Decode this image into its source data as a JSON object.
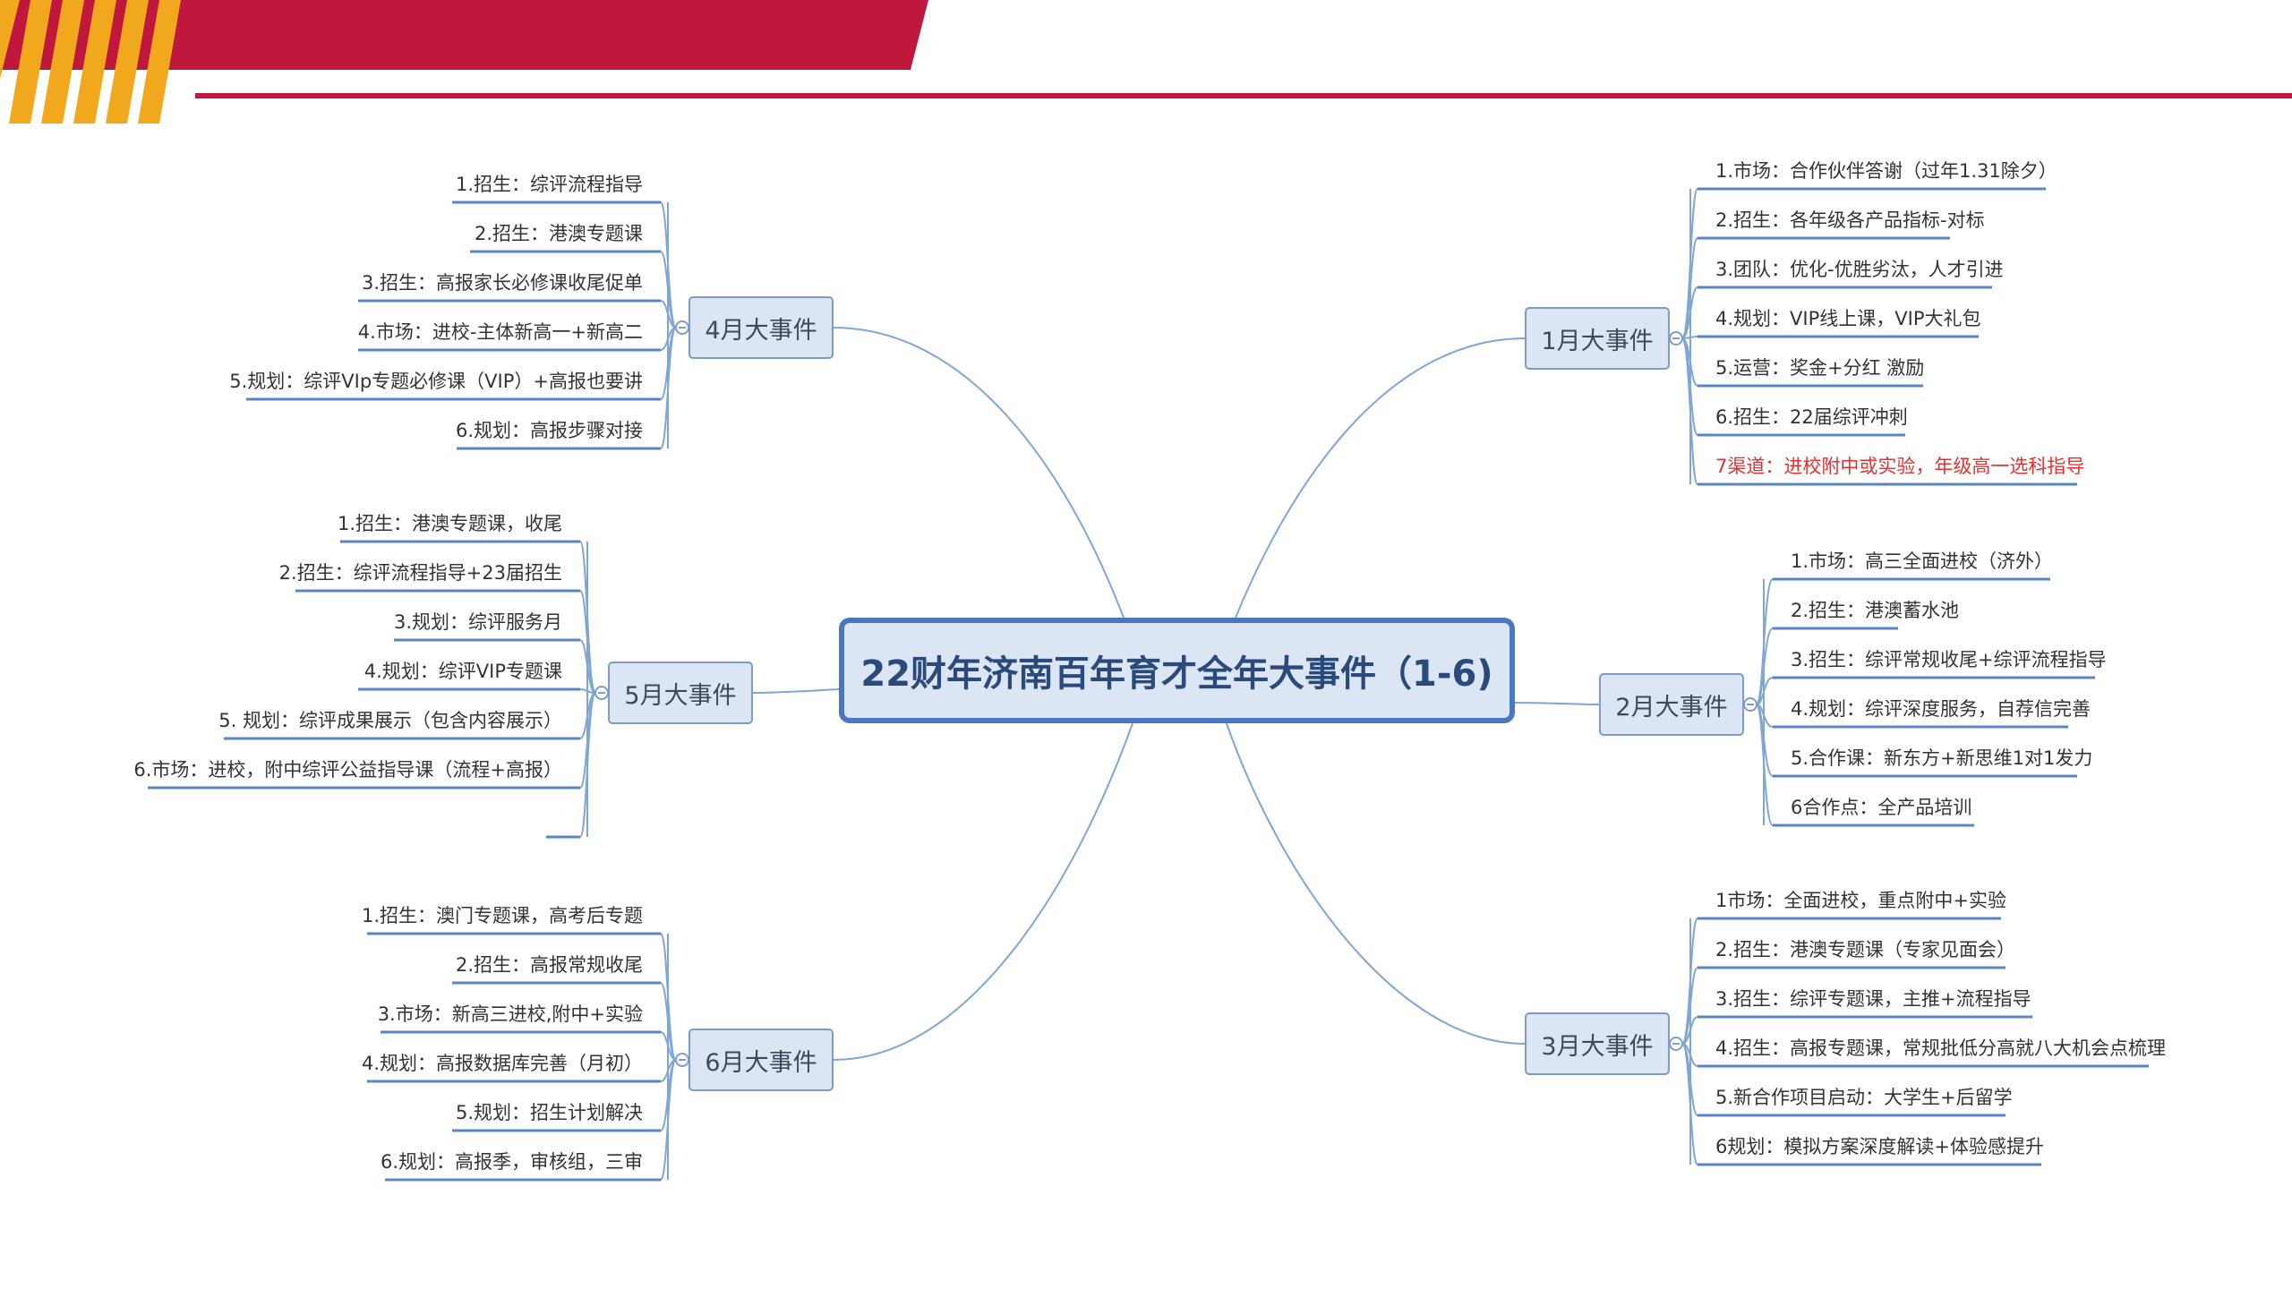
{
  "title": "22财年济南百年育才全年大事件（1-6)",
  "colors": {
    "banner_red": "#c0173c",
    "stripe_orange": "#f2a81d",
    "node_fill": "#dbe5f3",
    "node_border": "#7d9ccb",
    "center_border": "#4a78c0",
    "connector": "#7fa6d4",
    "underline": "#5b86c5",
    "highlight_text": "#e53030"
  },
  "branches": {
    "jan": {
      "label": "1月大事件",
      "items": [
        {
          "text": "1.市场：合作伙伴答谢（过年1.31除夕）"
        },
        {
          "text": "2.招生：各年级各产品指标-对标"
        },
        {
          "text": "3.团队：优化-优胜劣汰，人才引进"
        },
        {
          "text": "4.规划：VIP线上课，VIP大礼包"
        },
        {
          "text": "5.运营：奖金+分红 激励"
        },
        {
          "text": "6.招生：22届综评冲刺"
        },
        {
          "text": "7渠道：进校附中或实验，年级高一选科指导",
          "highlight": true
        }
      ]
    },
    "feb": {
      "label": "2月大事件",
      "items": [
        {
          "text": "1.市场：高三全面进校（济外）"
        },
        {
          "text": "2.招生：港澳蓄水池"
        },
        {
          "text": "3.招生：综评常规收尾+综评流程指导"
        },
        {
          "text": "4.规划：综评深度服务，自荐信完善"
        },
        {
          "text": "5.合作课：新东方+新思维1对1发力"
        },
        {
          "text": "6合作点：全产品培训"
        }
      ]
    },
    "mar": {
      "label": "3月大事件",
      "items": [
        {
          "text": "1市场：全面进校，重点附中+实验"
        },
        {
          "text": "2.招生：港澳专题课（专家见面会）"
        },
        {
          "text": "3.招生：综评专题课，主推+流程指导"
        },
        {
          "text": "4.招生：高报专题课，常规批低分高就八大机会点梳理"
        },
        {
          "text": "5.新合作项目启动：大学生+后留学"
        },
        {
          "text": "6规划：模拟方案深度解读+体验感提升"
        }
      ]
    },
    "apr": {
      "label": "4月大事件",
      "items": [
        {
          "text": "1.招生：综评流程指导"
        },
        {
          "text": "2.招生：港澳专题课"
        },
        {
          "text": "3.招生：高报家长必修课收尾促单"
        },
        {
          "text": "4.市场：进校-主体新高一+新高二"
        },
        {
          "text": "5.规划：综评VIp专题必修课（VIP）+高报也要讲"
        },
        {
          "text": "6.规划：高报步骤对接"
        }
      ]
    },
    "may": {
      "label": "5月大事件",
      "items": [
        {
          "text": "1.招生：港澳专题课，收尾"
        },
        {
          "text": "2.招生：综评流程指导+23届招生"
        },
        {
          "text": "3.规划：综评服务月"
        },
        {
          "text": "4.规划：综评VIP专题课"
        },
        {
          "text": "5. 规划：综评成果展示（包含内容展示）"
        },
        {
          "text": "6.市场：进校，附中综评公益指导课（流程+高报）"
        },
        {
          "text": ""
        }
      ]
    },
    "jun": {
      "label": "6月大事件",
      "items": [
        {
          "text": "1.招生：澳门专题课，高考后专题"
        },
        {
          "text": "2.招生：高报常规收尾"
        },
        {
          "text": "3.市场：新高三进校,附中+实验"
        },
        {
          "text": "4.规划：高报数据库完善（月初）"
        },
        {
          "text": "5.规划：招生计划解决"
        },
        {
          "text": "6.规划：高报季，审核组，三审"
        }
      ]
    }
  }
}
